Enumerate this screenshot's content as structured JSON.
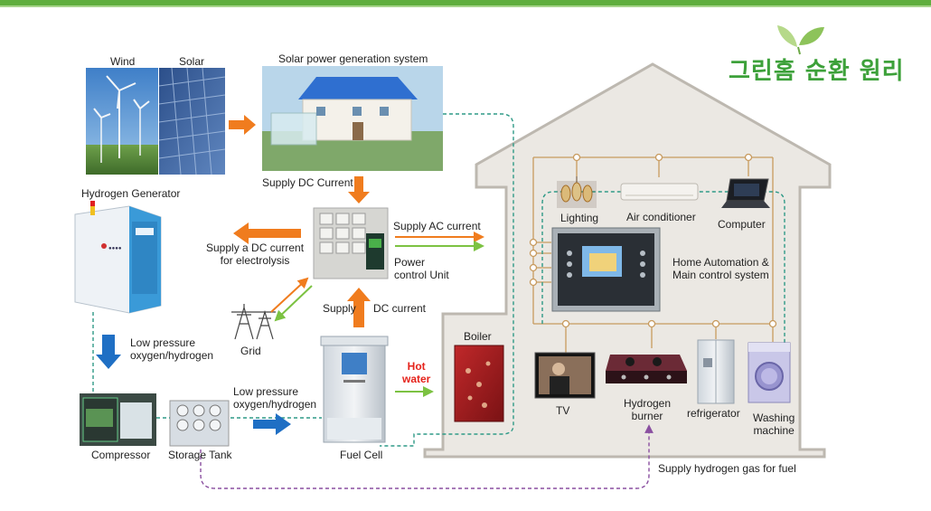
{
  "title": "그린홈 순환 원리",
  "colors": {
    "accent_green": "#3da13a",
    "arrow_orange": "#f07c1e",
    "arrow_blue": "#1f6fc4",
    "arrow_green": "#7cc242",
    "arrow_purple": "#8a4fa0",
    "house_fill": "#ebe8e3"
  },
  "sources": {
    "wind": "Wind",
    "solar": "Solar"
  },
  "solar_system": "Solar power generation system",
  "supply_dc_current": "Supply DC Current",
  "hydrogen_generator": "Hydrogen Generator",
  "supply_ac_current": "Supply AC current",
  "supply_dc_electrolysis": "Supply a DC current\nfor electrolysis",
  "power_control_unit": "Power\ncontrol Unit",
  "grid": "Grid",
  "supply": "Supply",
  "dc_current": "DC current",
  "low_pressure_1": "Low pressure\noxygen/hydrogen",
  "low_pressure_2": "Low pressure\noxygen/hydrogen",
  "compressor": "Compressor",
  "storage_tank": "Storage Tank",
  "fuel_cell": "Fuel Cell",
  "hot_water": "Hot\nwater",
  "boiler": "Boiler",
  "supply_hydrogen_fuel": "Supply hydrogen gas for fuel",
  "house": {
    "lighting": "Lighting",
    "air_conditioner": "Air conditioner",
    "computer": "Computer",
    "home_automation": "Home Automation &\nMain control system",
    "tv": "TV",
    "hydrogen_burner": "Hydrogen\nburner",
    "refrigerator": "refrigerator",
    "washing_machine": "Washing\nmachine"
  },
  "icons": [
    "sprout-icon",
    "wind-turbine-icon",
    "solar-panel-icon",
    "house-icon",
    "power-unit-icon",
    "hydrogen-generator-icon",
    "grid-tower-icon",
    "compressor-icon",
    "storage-tank-icon",
    "fuel-cell-icon",
    "boiler-icon",
    "lighting-icon",
    "air-conditioner-icon",
    "computer-icon",
    "control-panel-icon",
    "tv-icon",
    "burner-icon",
    "refrigerator-icon",
    "washing-machine-icon"
  ]
}
